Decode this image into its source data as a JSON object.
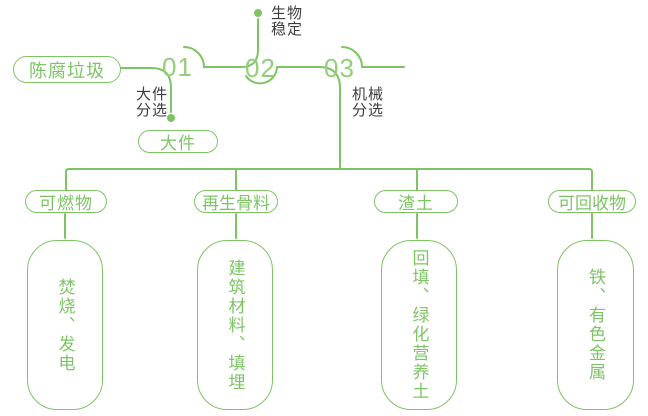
{
  "palette": {
    "line_green": "#7ec465",
    "number_green": "#94ce7b",
    "label_dark": "#3e3e3e",
    "background": "#ffffff"
  },
  "flowchart": {
    "source_label": "陈腐垃圾",
    "stages": [
      {
        "number": "01",
        "label": "大件\n分选"
      },
      {
        "number": "02",
        "label": "生物\n稳定"
      },
      {
        "number": "03",
        "label": "机械\n分选"
      }
    ],
    "bulky_label": "大件",
    "outputs": [
      {
        "category": "可燃物",
        "result": "焚烧、发电"
      },
      {
        "category": "再生骨料",
        "result": "建筑材料、填埋"
      },
      {
        "category": "渣土",
        "result": "回填、绿化营养土"
      },
      {
        "category": "可回收物",
        "result": "铁、有色金属"
      }
    ]
  }
}
